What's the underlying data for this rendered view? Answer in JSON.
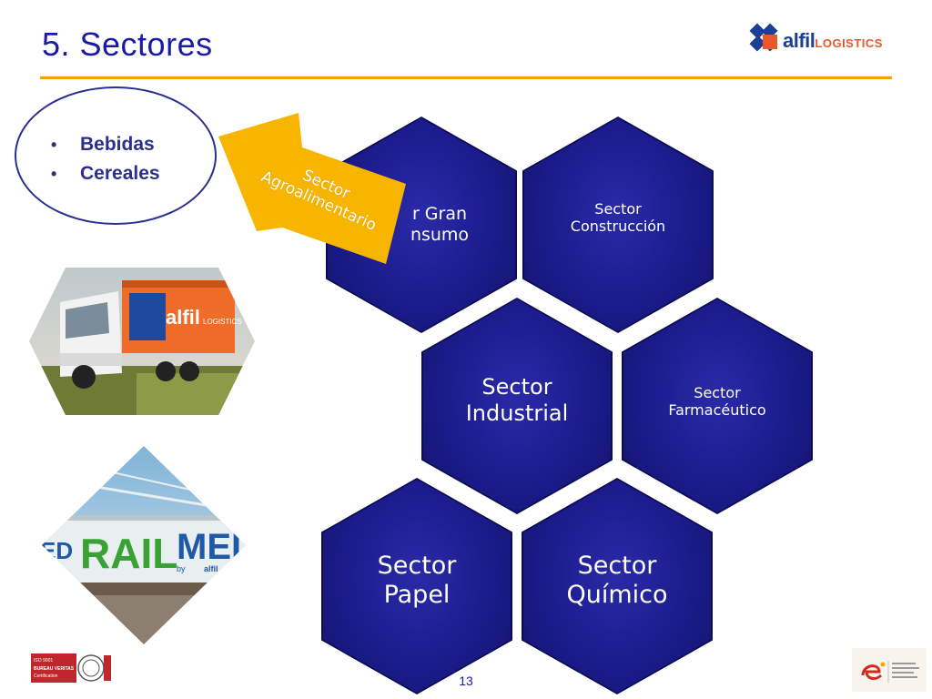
{
  "slide": {
    "title": "5. Sectores",
    "page_number": "13",
    "accent_color": "#f5a300",
    "primary_color": "#1a1aa6"
  },
  "logo": {
    "brand": "alfil",
    "brand_suffix": "LOGISTICS",
    "icon": "alfil-logo-icon"
  },
  "oval": {
    "items": [
      "Bebidas",
      "Cereales"
    ]
  },
  "arrow": {
    "label": "Sector\nAgroalimentario",
    "color": "#f7b500"
  },
  "hexagons": [
    {
      "id": "gran-consumo",
      "label": "r Gran\nnsumo"
    },
    {
      "id": "construccion",
      "label": "Sector\nConstrucción"
    },
    {
      "id": "industrial",
      "label": "Sector\nIndustrial"
    },
    {
      "id": "farmaceutico",
      "label": "Sector\nFarmacéutico"
    },
    {
      "id": "papel",
      "label": "Sector\nPapel"
    },
    {
      "id": "quimico",
      "label": "Sector\nQuímico"
    }
  ],
  "photos": {
    "truck": "truck-photo",
    "train": "railmed-train-photo",
    "truck_brand": "alfil",
    "truck_brand_suffix": "LOGISTICS",
    "train_brand_rail": "RAIL",
    "train_brand_med": "MED",
    "train_brand_left": "ED",
    "train_brand_by": "by",
    "train_brand_alfil": "alfil"
  },
  "certifications": {
    "left_lines": [
      "ISO 9001",
      "BUREAU VERITAS",
      "Certification"
    ],
    "right_icon": "excellence-badge-icon"
  }
}
